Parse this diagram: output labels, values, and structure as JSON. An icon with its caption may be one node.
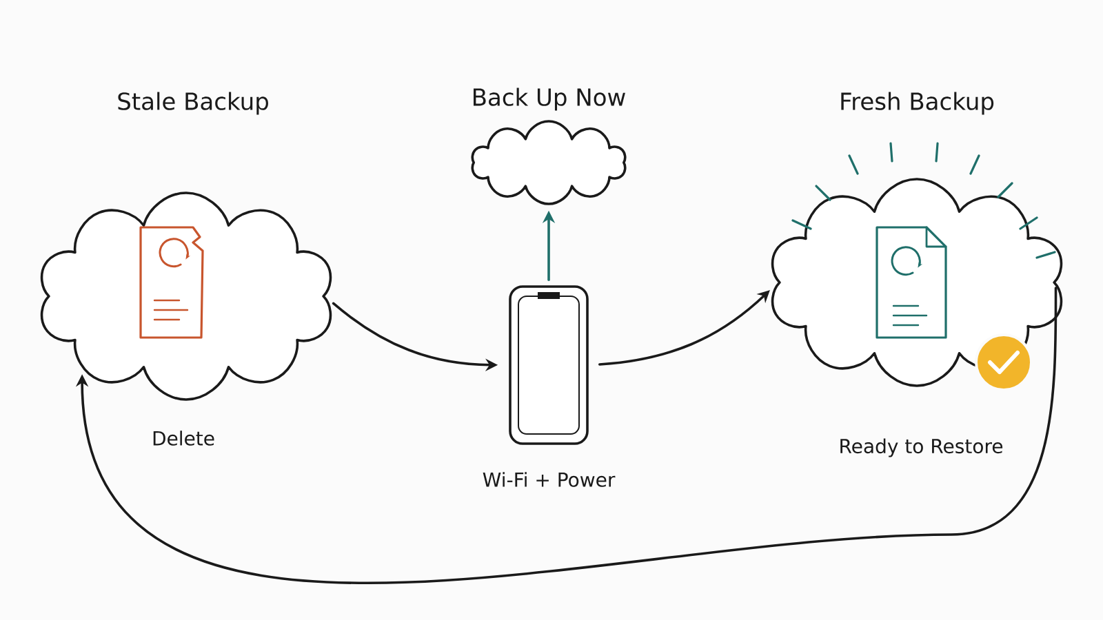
{
  "diagram": {
    "nodes": [
      {
        "text": [
          "Stale Backup"
        ],
        "beside": [
          "Delete"
        ]
      },
      {
        "text": [
          "Back Up Now"
        ]
      },
      {
        "text": [],
        "shape": "phone",
        "beside": [
          "Wi-Fi + Power"
        ]
      },
      {
        "text": [
          "Fresh Backup"
        ],
        "beside": [
          "Ready to Restore"
        ]
      }
    ],
    "edges": [
      {
        "from": 0,
        "to": 2,
        "arrow": "to"
      },
      {
        "from": 2,
        "to": 1,
        "arrow": "to",
        "color": "#1f6f6a"
      },
      {
        "from": 2,
        "to": 3,
        "arrow": "to"
      },
      {
        "from": 3,
        "to": 0,
        "arrow": "to"
      }
    ]
  }
}
